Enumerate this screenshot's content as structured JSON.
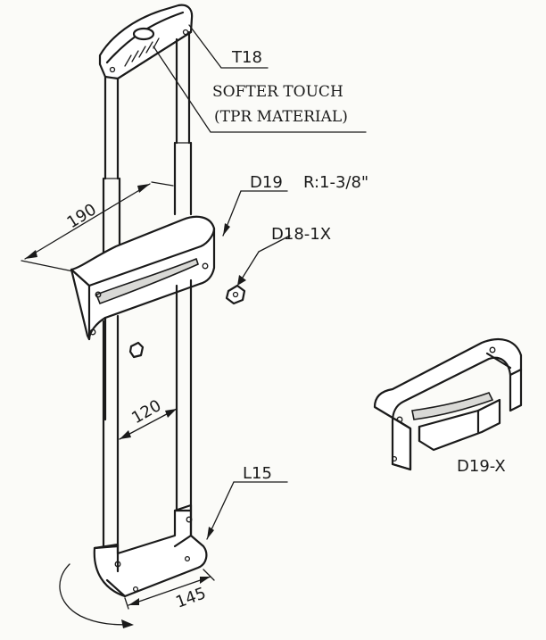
{
  "labels": {
    "t18": "T18",
    "softer_touch": "SOFTER TOUCH",
    "tpr_material": "(TPR MATERIAL)",
    "d19": "D19",
    "radius": "R:1-3/8\"",
    "d18_1x": "D18-1X",
    "dim_190": "190",
    "dim_120": "120",
    "l15": "L15",
    "dim_145": "145",
    "d19_x": "D19-X"
  }
}
